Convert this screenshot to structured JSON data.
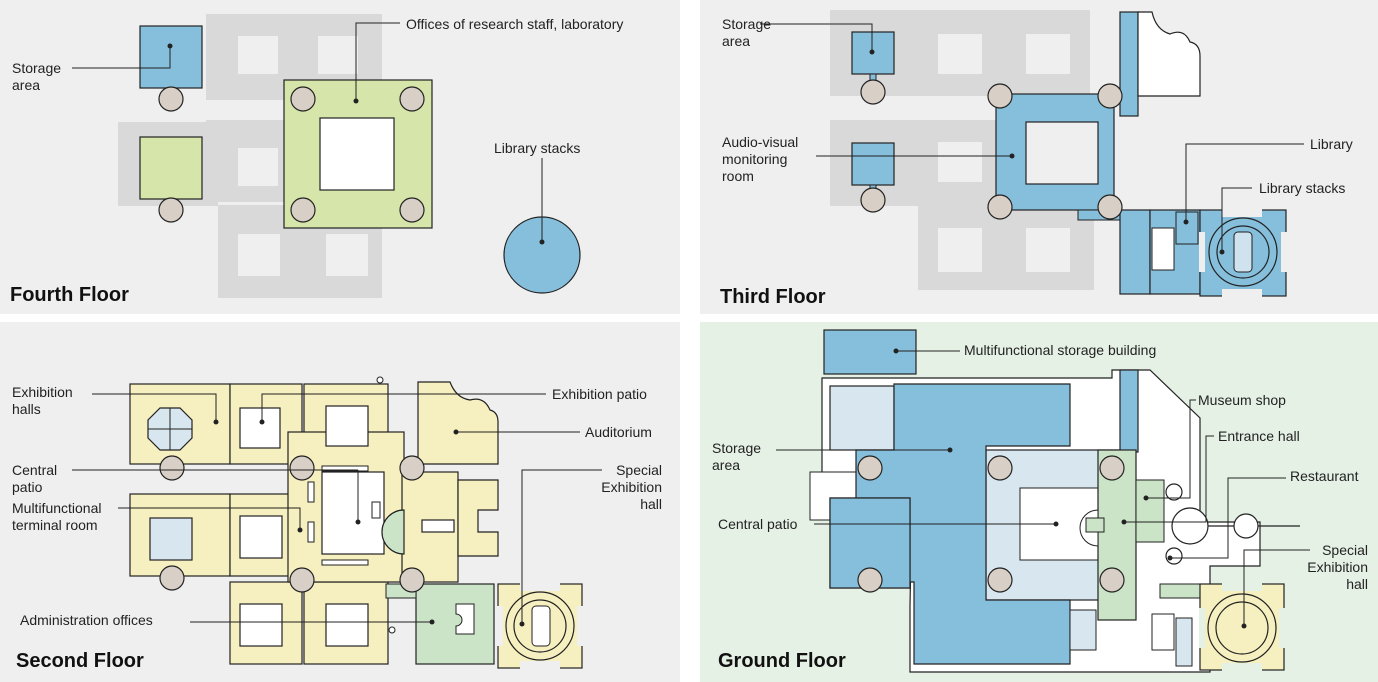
{
  "floors": {
    "fourth": {
      "title": "Fourth Floor",
      "labels": {
        "storage": "Storage\narea",
        "offices": "Offices of research staff, laboratory",
        "stacks": "Library stacks"
      }
    },
    "third": {
      "title": "Third Floor",
      "labels": {
        "storage": "Storage\narea",
        "av": "Audio-visual\nmonitoring\nroom",
        "library": "Library",
        "stacks": "Library stacks"
      }
    },
    "second": {
      "title": "Second Floor",
      "labels": {
        "halls": "Exhibition\nhalls",
        "patio": "Central\npatio",
        "terminal": "Multifunctional\nterminal room",
        "admin": "Administration offices",
        "expatio": "Exhibition patio",
        "auditorium": "Auditorium",
        "special": "Special\nExhibition\nhall"
      }
    },
    "ground": {
      "title": "Ground Floor",
      "labels": {
        "multi": "Multifunctional storage building",
        "storage": "Storage\narea",
        "patio": "Central patio",
        "shop": "Museum shop",
        "entrance": "Entrance hall",
        "restaurant": "Restaurant",
        "special": "Special\nExhibition\nhall"
      }
    }
  },
  "colors": {
    "panel_bg": "#efefef",
    "ground_bg": "#e6f1e6",
    "grey_floor": "#d9d9d9",
    "green": "#d6e5a9",
    "blue": "#86bfdb",
    "light_blue": "#d7e6ef",
    "yellow": "#f6efbf",
    "mint": "#cbe4c8",
    "column": "#d8cfc6"
  }
}
